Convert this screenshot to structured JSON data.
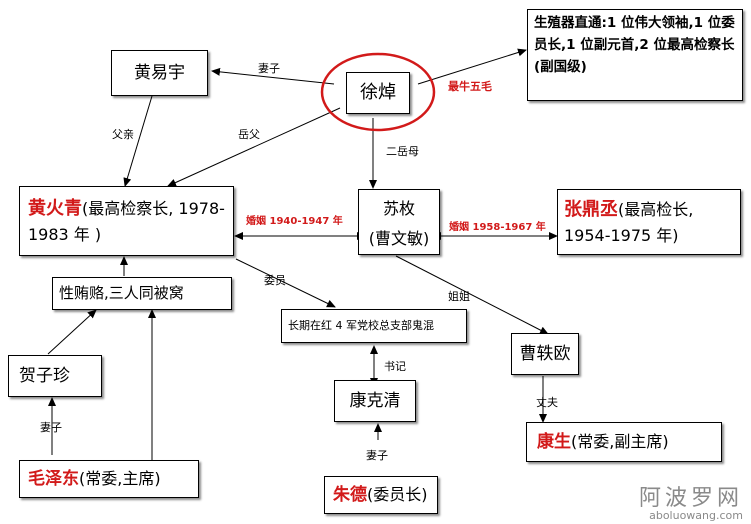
{
  "nodes": {
    "huang_yiyu": "黄易宇",
    "xu_zhuo": "徐焯",
    "organ_note": "生殖器直通:1 位伟大领袖,1 位委员长,1 位副元首,2 位最高检察长(副国级)",
    "huang_huoqing_name": "黄火青",
    "huang_huoqing_desc": "(最高检察长, 1978-1983 年 )",
    "sumei_name": "苏枚",
    "sumei_alt": "(曹文敏)",
    "zhang_dingcheng_name": "张鼎丞",
    "zhang_dingcheng_desc": "(最高检长, 1954-1975 年)",
    "bribe_box": "性贿赂,三人同被窝",
    "hongsi_box": "长期在红 4 军党校总支部鬼混",
    "he_zizhen": "贺子珍",
    "cao_yiou": "曹轶欧",
    "kang_keqing": "康克清",
    "kang_sheng_name": "康生",
    "kang_sheng_desc": "(常委,副主席)",
    "mao_name": "毛泽东",
    "mao_desc": "(常委,主席)",
    "zhu_de_name": "朱德",
    "zhu_de_desc": "(委员长)"
  },
  "labels": {
    "wife_1": "妻子",
    "father": "父亲",
    "father_in_law": "岳父",
    "best_note": "最牛五毛",
    "second_mother_in_law": "二岳母",
    "marriage_1": "婚姻 1940-1947 年",
    "marriage_2": "婚姻 1958-1967 年",
    "member": "委员",
    "elder_sister": "姐姐",
    "secretary": "书记",
    "husband": "丈夫",
    "wife_2": "妻子",
    "wife_3": "妻子"
  },
  "watermark": {
    "chinese": "阿波罗网",
    "url": "aboluowang.com"
  },
  "colors": {
    "highlight": "#d21a1a",
    "circle": "#d21a1a"
  }
}
